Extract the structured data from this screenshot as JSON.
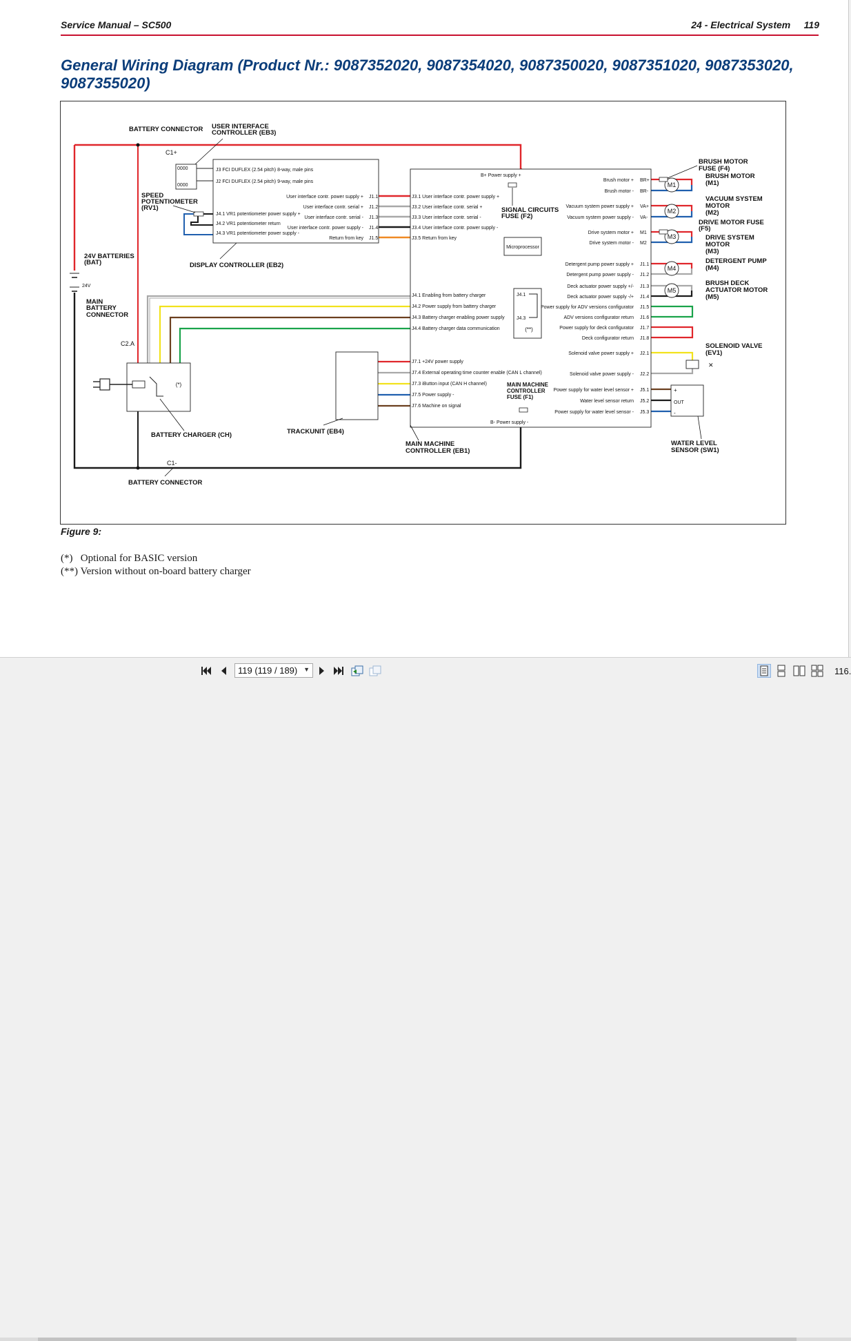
{
  "header": {
    "left": "Service Manual – SC500",
    "right": "24 - Electrical System     119",
    "rule_color": "#c8102e"
  },
  "title": "General Wiring Diagram (Product Nr.: 9087352020, 9087354020, 9087350020, 9087351020, 9087353020, 9087355020)",
  "title_color": "#0b3d7a",
  "diagram": {
    "callouts": {
      "battery_connector_top": "BATTERY CONNECTOR",
      "c1_plus": "C1+",
      "uic_1": "USER INTERFACE",
      "uic_2": "CONTROLLER (EB3)",
      "speed_pot_1": "SPEED",
      "speed_pot_2": "POTENTIOMETER",
      "speed_pot_3": "(RV1)",
      "batteries_1": "24V BATTERIES",
      "batteries_2": "(BAT)",
      "batt_volt": "24V",
      "main_batt_1": "MAIN",
      "main_batt_2": "BATTERY",
      "main_batt_3": "CONNECTOR",
      "c2a": "C2.A",
      "display_ctrl": "DISPLAY CONTROLLER (EB2)",
      "charger": "BATTERY CHARGER (CH)",
      "opt": "(*)",
      "opt2": "(**)",
      "trackunit": "TRACKUNIT (EB4)",
      "mmc_1": "MAIN MACHINE",
      "mmc_2": "CONTROLLER (EB1)",
      "battery_connector_bottom": "BATTERY CONNECTOR",
      "c1_minus": "C1-",
      "signal_fuse_1": "SIGNAL CIRCUITS",
      "signal_fuse_2": "FUSE (F2)",
      "microprocessor": "Microprocessor",
      "mmc_fuse_1": "MAIN MACHINE",
      "mmc_fuse_2": "CONTROLLER",
      "mmc_fuse_3": "FUSE (F1)",
      "bplus": "B+  Power supply +",
      "bminus": "B-  Power supply -",
      "brush_fuse_1": "BRUSH MOTOR",
      "brush_fuse_2": "FUSE (F4)",
      "brush_motor_1": "BRUSH MOTOR",
      "brush_motor_2": "(M1)",
      "vac_1": "VACUUM SYSTEM",
      "vac_2": "MOTOR",
      "vac_3": "(M2)",
      "drive_fuse_1": "DRIVE MOTOR FUSE",
      "drive_fuse_2": "(F5)",
      "drive_1": "DRIVE SYSTEM",
      "drive_2": "MOTOR",
      "drive_3": "(M3)",
      "det_1": "DETERGENT PUMP",
      "det_2": "(M4)",
      "deck_1": "BRUSH DECK",
      "deck_2": "ACTUATOR MOTOR",
      "deck_3": "(M5)",
      "sol_1": "SOLENOID VALVE",
      "sol_2": "(EV1)",
      "wl_1": "WATER LEVEL",
      "wl_2": "SENSOR (SW1)",
      "wl_plus": "+",
      "wl_out": "OUT",
      "wl_minus": "-",
      "j41": "J4.1",
      "j43": "J4.3",
      "m1": "M1",
      "m2": "M2",
      "m3": "M3",
      "m4": "M4",
      "m5": "M5"
    },
    "eb3_connectors": [
      "J3  FCI DUFLEX (2.54 pitch) 8-way, male pins",
      "J2  FCI DUFLEX (2.54 pitch) 9-way, male pins"
    ],
    "eb2_left_pins": [
      "J4.1  VR1 potentiometer power supply +",
      "J4.2  VR1 potentiometer return",
      "J4.3  VR1 potentiometer power supply -"
    ],
    "eb2_right_pins": [
      {
        "label": "User interface contr. power supply +",
        "pin": "J1.1"
      },
      {
        "label": "User interface contr. serial +",
        "pin": "J1.2"
      },
      {
        "label": "User interface contr. serial -",
        "pin": "J1.3"
      },
      {
        "label": "User interface contr. power supply -",
        "pin": "J1.4"
      },
      {
        "label": "Return from key",
        "pin": "J1.5"
      }
    ],
    "eb1_j3": [
      "J3.1  User interface contr. power supply +",
      "J3.2  User interface contr. serial +",
      "J3.3  User interface contr. serial -",
      "J3.4  User interface contr. power supply -",
      "J3.5  Return from key"
    ],
    "eb1_j4": [
      "J4.1  Enabling from battery charger",
      "J4.2  Power supply from battery charger",
      "J4.3  Battery charger enabling power supply",
      "J4.4  Battery charger data communication"
    ],
    "eb1_j7": [
      "J7.1  +24V power supply",
      "J7.4  External operating time counter enable (CAN L channel)",
      "J7.3  iButton input (CAN H channel)",
      "J7.5  Power supply -",
      "J7.6  Machine on signal"
    ],
    "eb1_right": [
      {
        "label": "Brush motor +",
        "pin": "BR+"
      },
      {
        "label": "Brush motor -",
        "pin": "BR-"
      },
      {
        "label": "Vacuum system power supply +",
        "pin": "VA+"
      },
      {
        "label": "Vacuum system power supply -",
        "pin": "VA-"
      },
      {
        "label": "Drive system motor +",
        "pin": "M1"
      },
      {
        "label": "Drive system motor -",
        "pin": "M2"
      },
      {
        "label": "Detergent pump power supply +",
        "pin": "J1.1"
      },
      {
        "label": "Detergent pump power supply -",
        "pin": "J1.2"
      },
      {
        "label": "Deck actuator power supply +/-",
        "pin": "J1.3"
      },
      {
        "label": "Deck actuator power supply -/+",
        "pin": "J1.4"
      },
      {
        "label": "Power supply for ADV versions configurator",
        "pin": "J1.5"
      },
      {
        "label": "ADV versions configurator return",
        "pin": "J1.6"
      },
      {
        "label": "Power supply for deck configurator",
        "pin": "J1.7"
      },
      {
        "label": "Deck configurator return",
        "pin": "J1.8"
      },
      {
        "label": "Solenoid valve power supply +",
        "pin": "J2.1"
      },
      {
        "label": "Solenoid valve power supply -",
        "pin": "J2.2"
      },
      {
        "label": "Power supply for water level sensor +",
        "pin": "J5.1"
      },
      {
        "label": "Water level sensor return",
        "pin": "J5.2"
      },
      {
        "label": "Power supply for water level sensor -",
        "pin": "J5.3"
      }
    ],
    "wire_colors": {
      "red": "#e0262b",
      "black": "#1a1a1a",
      "blue": "#1f5fae",
      "grey": "#a8a8a8",
      "yellow": "#f2e21c",
      "brown": "#6b3f1f",
      "green": "#19a34a",
      "orange": "#f08a24"
    }
  },
  "caption": "Figure 9:",
  "notes": [
    "(*)   Optional for BASIC version",
    "(**) Version without on-board battery charger"
  ],
  "toolbar": {
    "first_icon": "first-page-icon",
    "prev_icon": "prev-page-icon",
    "page_value": "119 (119 / 189)",
    "next_icon": "next-page-icon",
    "last_icon": "last-page-icon",
    "zoom": "116."
  }
}
